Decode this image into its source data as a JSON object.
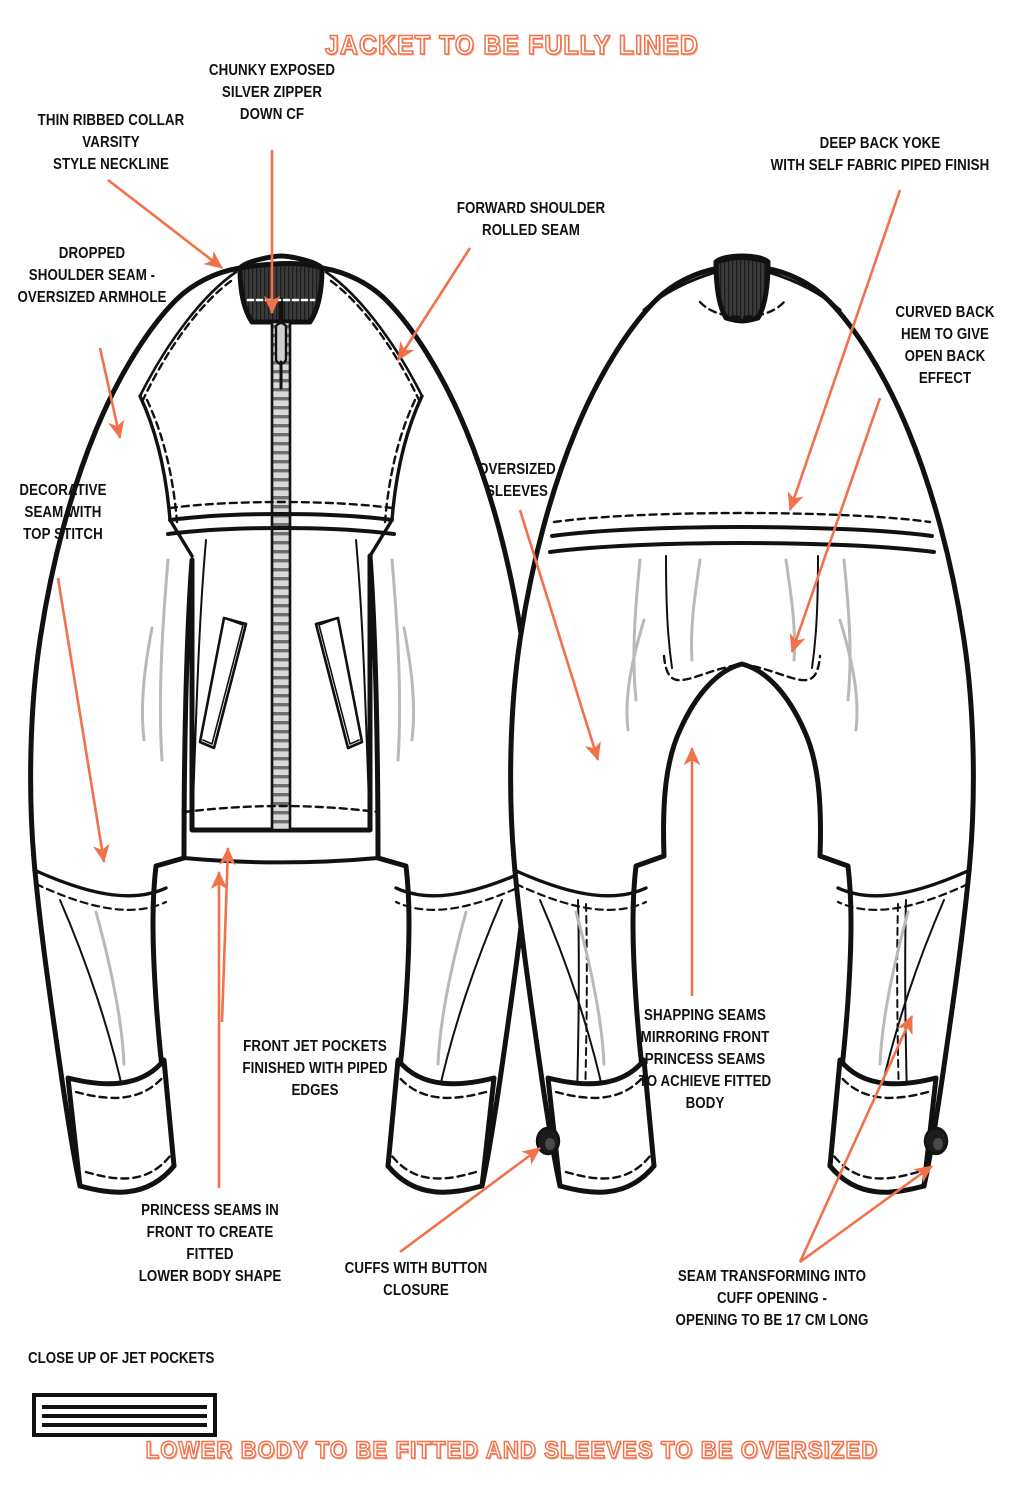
{
  "document": {
    "type": "technical-flat-sketch",
    "garment": "bomber jacket",
    "headline_top": "JACKET TO BE FULLY LINED",
    "headline_bottom": "LOWER BODY TO BE FITTED AND SLEEVES TO BE OVERSIZED",
    "accent_color": "#f0714a",
    "line_color": "#111111"
  },
  "closeup": {
    "title": "CLOSE UP OF JET POCKETS"
  },
  "annotations": [
    {
      "id": "thin-ribbed-collar",
      "text": "THIN RIBBED COLLAR VARSITY\nSTYLE NECKLINE"
    },
    {
      "id": "chunky-zipper",
      "text": "CHUNKY EXPOSED\nSILVER ZIPPER\nDOWN CF"
    },
    {
      "id": "forward-shoulder",
      "text": "FORWARD SHOULDER\nROLLED SEAM"
    },
    {
      "id": "deep-back-yoke",
      "text": "DEEP BACK YOKE\nWITH SELF FABRIC PIPED FINISH"
    },
    {
      "id": "curved-back-hem",
      "text": "CURVED BACK\nHEM TO GIVE\nOPEN BACK EFFECT"
    },
    {
      "id": "dropped-shoulder",
      "text": "DROPPED\nSHOULDER SEAM -\nOVERSIZED ARMHOLE"
    },
    {
      "id": "decorative-seam",
      "text": "DECORATIVE\nSEAM WITH\nTOP STITCH"
    },
    {
      "id": "oversized-sleeves",
      "text": "OVERSIZED\nSLEEVES"
    },
    {
      "id": "front-jet-pockets",
      "text": "FRONT JET POCKETS\nFINISHED WITH PIPED\nEDGES"
    },
    {
      "id": "shapping-seams",
      "text": "SHAPPING SEAMS\nMIRRORING FRONT\nPRINCESS SEAMS\nTO ACHIEVE FITTED\nBODY"
    },
    {
      "id": "princess-seams",
      "text": "PRINCESS SEAMS IN\nFRONT TO CREATE FITTED\nLOWER BODY SHAPE"
    },
    {
      "id": "cuffs-button",
      "text": "CUFFS WITH BUTTON\nCLOSURE"
    },
    {
      "id": "seam-cuff-opening",
      "text": "SEAM TRANSFORMING INTO\nCUFF OPENING -\nOPENING TO BE 17 CM LONG"
    }
  ]
}
